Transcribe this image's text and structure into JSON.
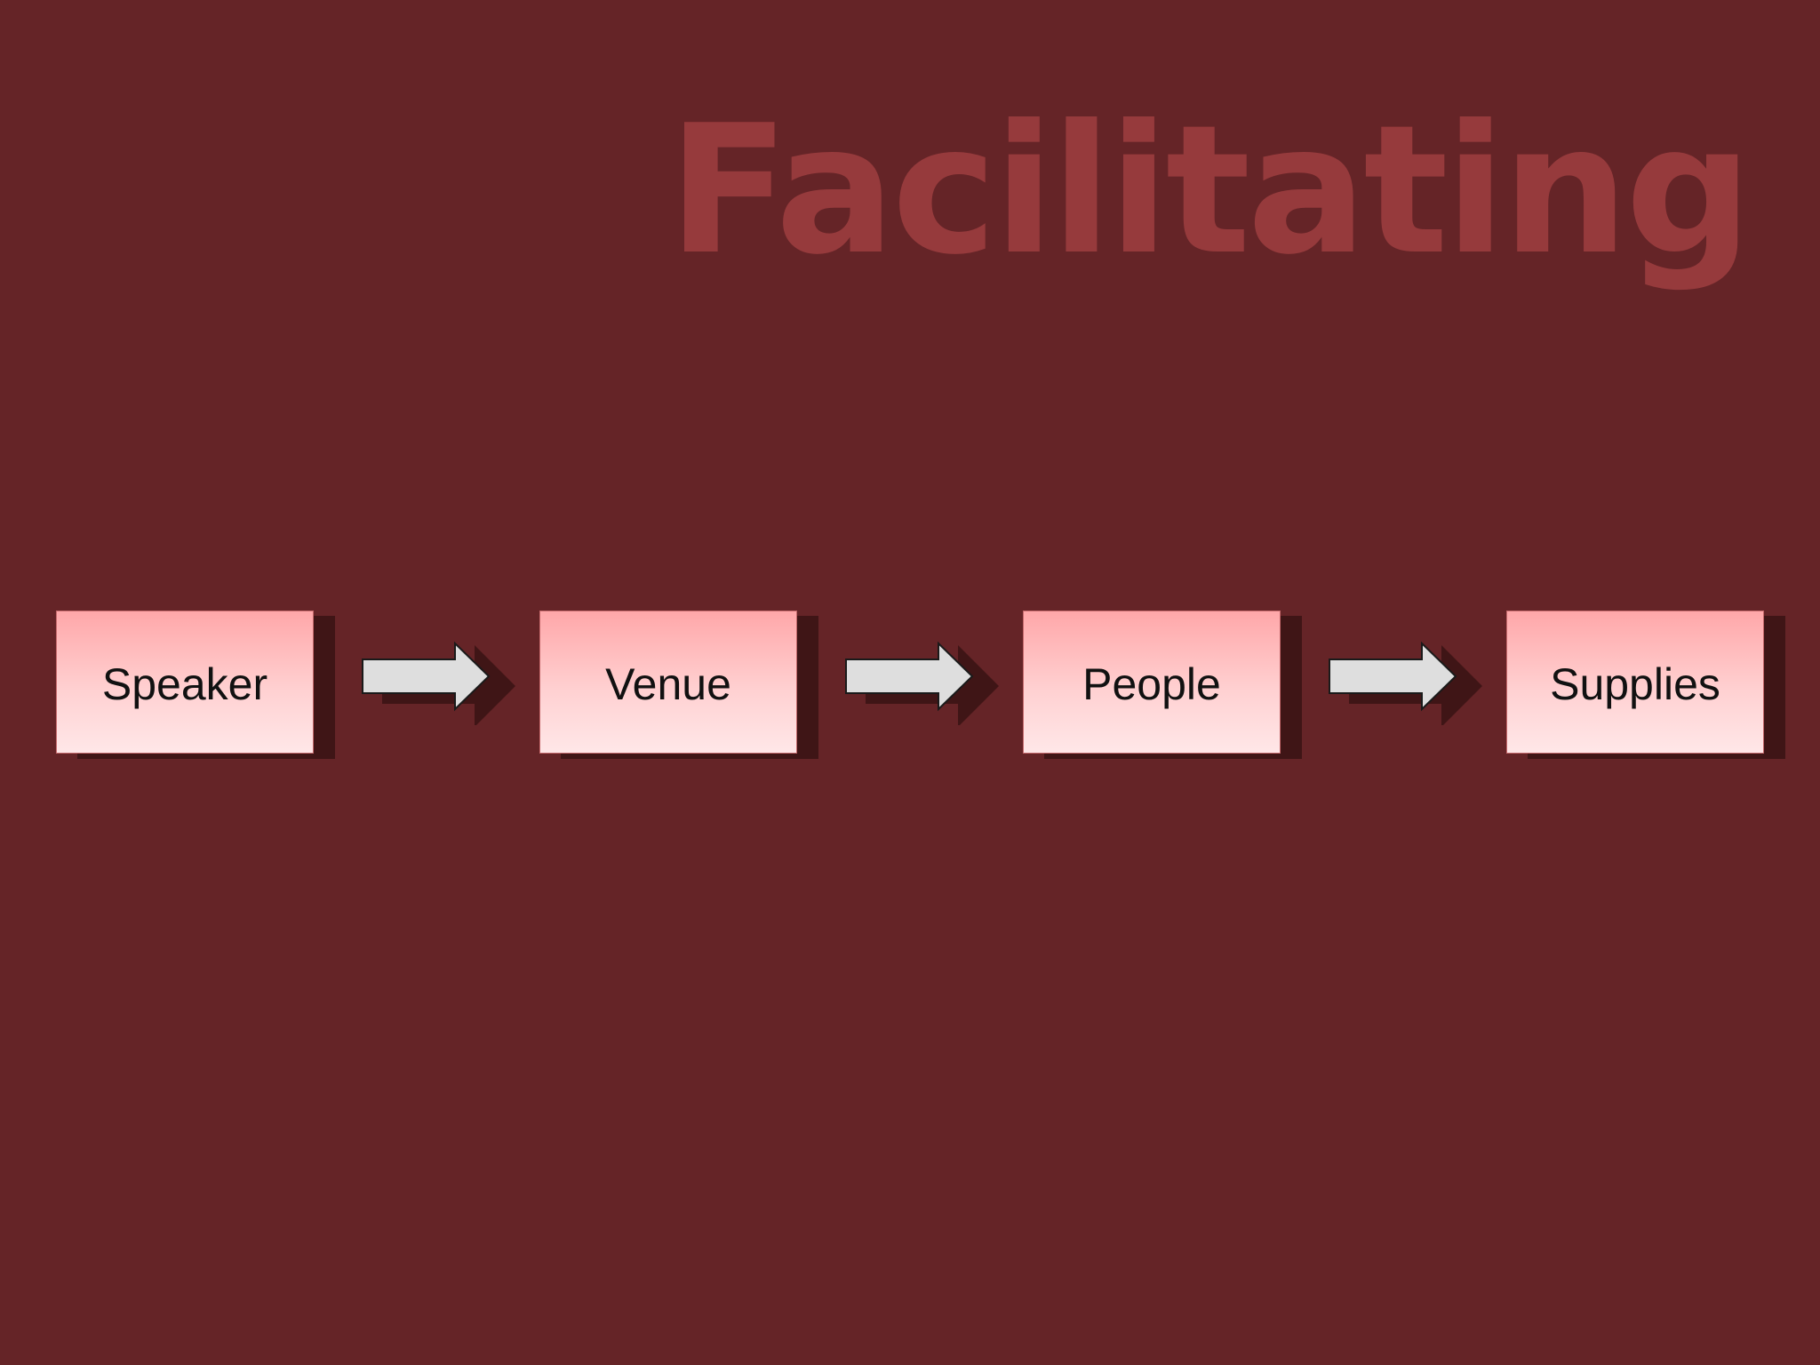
{
  "slide": {
    "title": "Facilitating"
  },
  "flow": {
    "steps": [
      {
        "label": "Speaker"
      },
      {
        "label": "Venue"
      },
      {
        "label": "People"
      },
      {
        "label": "Supplies"
      }
    ],
    "connector_icon": "right-arrow-icon"
  },
  "colors": {
    "background": "#652427",
    "title": "#963a3c",
    "box_top": "#ffa7a9",
    "box_bottom": "#ffe7e8",
    "box_shadow": "#3f1516",
    "arrow_fill": "#dedede"
  }
}
